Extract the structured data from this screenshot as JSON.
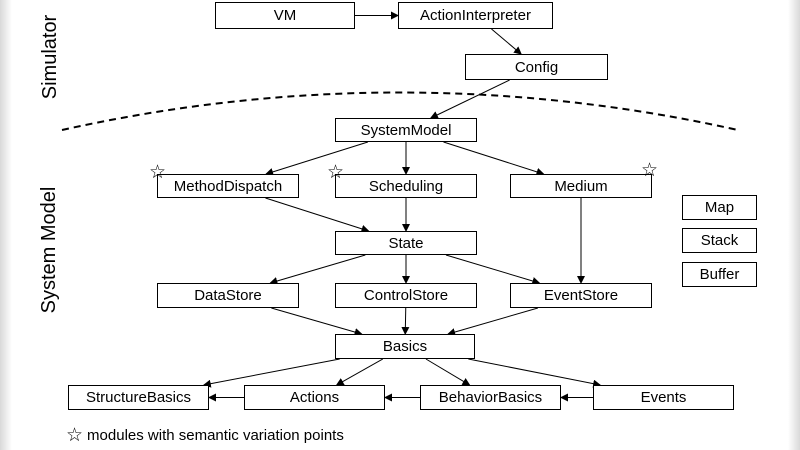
{
  "sections": {
    "simulator": "Simulator",
    "system_model": "System Model"
  },
  "nodes": {
    "vm": "VM",
    "action_interpreter": "ActionInterpreter",
    "config": "Config",
    "system_model": "SystemModel",
    "method_dispatch": "MethodDispatch",
    "scheduling": "Scheduling",
    "medium": "Medium",
    "state": "State",
    "data_store": "DataStore",
    "control_store": "ControlStore",
    "event_store": "EventStore",
    "basics": "Basics",
    "structure_basics": "StructureBasics",
    "actions": "Actions",
    "behavior_basics": "BehaviorBasics",
    "events": "Events",
    "map": "Map",
    "stack": "Stack",
    "buffer": "Buffer"
  },
  "legend": {
    "symbol": "☆",
    "text": "modules with semantic variation points"
  },
  "star_symbol": "☆",
  "edges": [
    [
      "vm",
      "action_interpreter"
    ],
    [
      "action_interpreter",
      "config"
    ],
    [
      "config",
      "system_model"
    ],
    [
      "system_model",
      "method_dispatch"
    ],
    [
      "system_model",
      "scheduling"
    ],
    [
      "system_model",
      "medium"
    ],
    [
      "method_dispatch",
      "state"
    ],
    [
      "scheduling",
      "state"
    ],
    [
      "medium",
      "event_store"
    ],
    [
      "state",
      "data_store"
    ],
    [
      "state",
      "control_store"
    ],
    [
      "state",
      "event_store"
    ],
    [
      "data_store",
      "basics"
    ],
    [
      "control_store",
      "basics"
    ],
    [
      "event_store",
      "basics"
    ],
    [
      "basics",
      "structure_basics"
    ],
    [
      "basics",
      "actions"
    ],
    [
      "basics",
      "behavior_basics"
    ],
    [
      "basics",
      "events"
    ],
    [
      "actions",
      "structure_basics"
    ],
    [
      "behavior_basics",
      "actions"
    ],
    [
      "events",
      "behavior_basics"
    ]
  ]
}
